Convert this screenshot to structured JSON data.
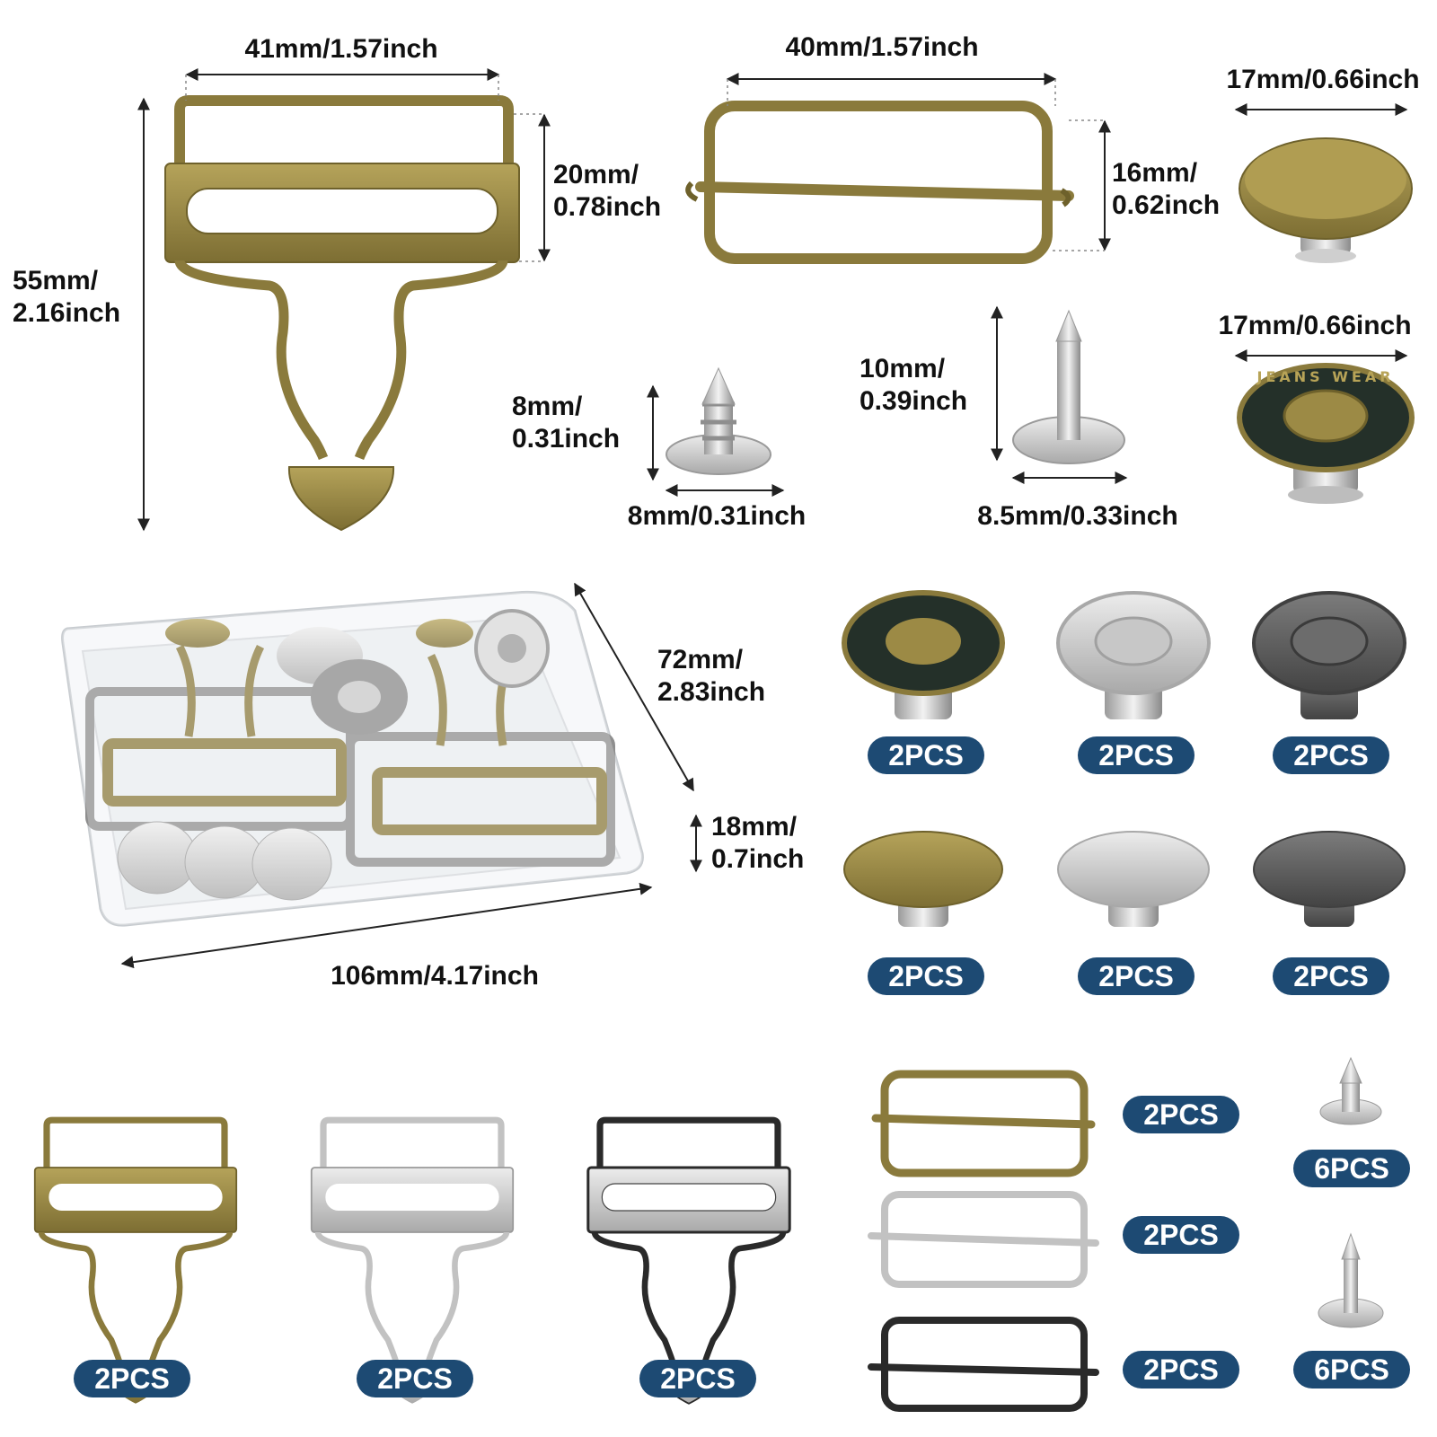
{
  "dimensions": {
    "buckle_width": "41mm/1.57inch",
    "buckle_height_mm": "55mm/",
    "buckle_height_in": "2.16inch",
    "buckle_slot_mm": "20mm/",
    "buckle_slot_in": "0.78inch",
    "slider_width": "40mm/1.57inch",
    "slider_height_mm": "16mm/",
    "slider_height_in": "0.62inch",
    "button_cap_top": "17mm/0.66inch",
    "button_jeans": "17mm/0.66inch",
    "tack_small_height_mm": "8mm/",
    "tack_small_height_in": "0.31inch",
    "tack_small_width": "8mm/0.31inch",
    "tack_long_height_mm": "10mm/",
    "tack_long_height_in": "0.39inch",
    "tack_long_width": "8.5mm/0.33inch",
    "box_depth_mm": "72mm/",
    "box_depth_in": "2.83inch",
    "box_height_mm": "18mm/",
    "box_height_in": "0.7inch",
    "box_width": "106mm/4.17inch"
  },
  "button_engraving": "JEANS WEAR",
  "quantities": {
    "jeans_button_bronze": "2PCS",
    "jeans_button_silver": "2PCS",
    "jeans_button_gunmetal": "2PCS",
    "plain_button_bronze": "2PCS",
    "plain_button_silver": "2PCS",
    "plain_button_gunmetal": "2PCS",
    "buckle_bronze": "2PCS",
    "buckle_silver": "2PCS",
    "buckle_black": "2PCS",
    "slider_bronze": "2PCS",
    "slider_silver": "2PCS",
    "slider_black": "2PCS",
    "tack_short": "6PCS",
    "tack_long": "6PCS"
  },
  "colors": {
    "badge": "#1d4a73",
    "bronze": "#8a7a3c",
    "bronze_light": "#a8974f",
    "silver": "#c9c9c9",
    "gunmetal": "#5c5c5c",
    "black": "#2a2a2a"
  }
}
